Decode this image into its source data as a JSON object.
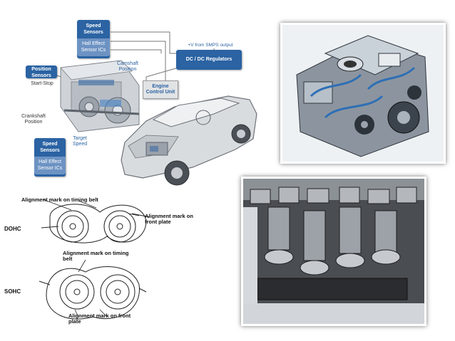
{
  "sensor_diagram": {
    "speed_sensors_top": {
      "title": "Speed Sensors",
      "subtitle": "Hall Effect Sensor ICs"
    },
    "position_sensors": {
      "title": "Position Sensors"
    },
    "start_stop": "Start-Stop",
    "camshaft": "Camshaft Position",
    "crankshaft": "Crankshaft Position",
    "target_speed": "Target Speed",
    "speed_sensors_bottom": {
      "title": "Speed Sensors",
      "subtitle": "Hall Effect Sensor ICs"
    },
    "smps": "+V from SMPS output",
    "dc_dc": "DC / DC Regulators",
    "ecu": "Engine Control Unit",
    "colors": {
      "blue": "#2b63a3",
      "light_blue": "#6d93c3"
    }
  },
  "timing_diagram": {
    "dohc_label": "DOHC",
    "sohc_label": "SOHC",
    "dohc_mark_timing_belt": "Alignment mark on timing belt",
    "dohc_mark_front_plate": "Alignment mark on front plate",
    "sohc_mark_timing_belt": "Alignment mark on timing belt",
    "sohc_mark_front_plate": "Alignment mark on front plate"
  }
}
